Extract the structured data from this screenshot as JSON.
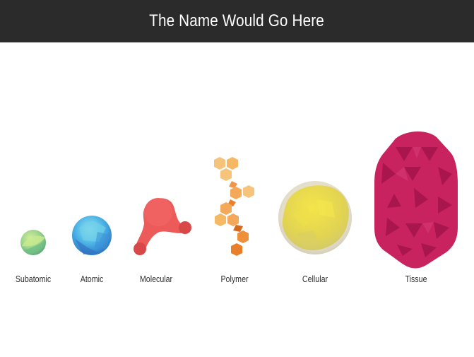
{
  "header": {
    "title": "The Name Would Go Here",
    "background": "#2b2b2b",
    "text_color": "#ffffff"
  },
  "scale_items": [
    {
      "label": "Subatomic",
      "icon": "subatomic-particle-icon",
      "color": "#8fcf86"
    },
    {
      "label": "Atomic",
      "icon": "atom-sphere-icon",
      "color": "#4aa8e0"
    },
    {
      "label": "Molecular",
      "icon": "molecule-icon",
      "color": "#ec5a5a"
    },
    {
      "label": "Polymer",
      "icon": "polymer-chain-icon",
      "color": "#f2a24a"
    },
    {
      "label": "Cellular",
      "icon": "cell-icon",
      "color": "#e8dd52"
    },
    {
      "label": "Tissue",
      "icon": "tissue-icon",
      "color": "#c8235f"
    }
  ]
}
